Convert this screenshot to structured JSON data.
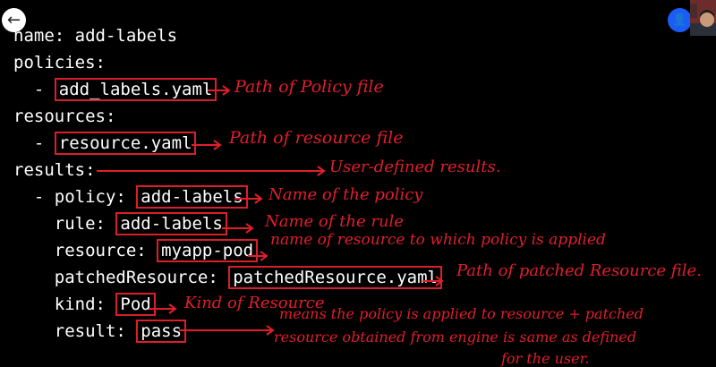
{
  "ui": {
    "back_icon": "arrow-left-icon",
    "user_icon": "person-icon",
    "back_glyph": "←",
    "user_glyph": "👤"
  },
  "code": {
    "name_line": "name: add-labels",
    "policies_key": "policies:",
    "policies_item_prefix": "  - ",
    "policies_item": "add_labels.yaml",
    "resources_key": "resources:",
    "resources_item_prefix": "  - ",
    "resources_item": "resource.yaml",
    "results_key": "results:",
    "policy_prefix": "  - policy: ",
    "policy_value": "add-labels",
    "rule_prefix": "    rule: ",
    "rule_value": "add-labels",
    "resource_prefix": "    resource: ",
    "resource_value": "myapp-pod",
    "patched_prefix": "    patchedResource: ",
    "patched_value": "patchedResource.yaml",
    "kind_prefix": "    kind: ",
    "kind_value": "Pod",
    "result_prefix": "    result: ",
    "result_value": "pass"
  },
  "annotations": {
    "policies": "Path of Policy file",
    "resources": "Path of resource file",
    "results": "User-defined results.",
    "policy": "Name of the policy",
    "rule": "Name of the rule",
    "resource": "name of resource to which policy is applied",
    "patched": "Path of patched Resource file.",
    "kind": "Kind of Resource",
    "result_line1": "means the policy is applied to resource + patched",
    "result_line2": "resource obtained from engine is same as defined",
    "result_line3": "for the user."
  },
  "colors": {
    "background": "#000000",
    "code_text": "#ffffff",
    "ink": "#e01f2b",
    "user_button": "#1a5cf5"
  }
}
